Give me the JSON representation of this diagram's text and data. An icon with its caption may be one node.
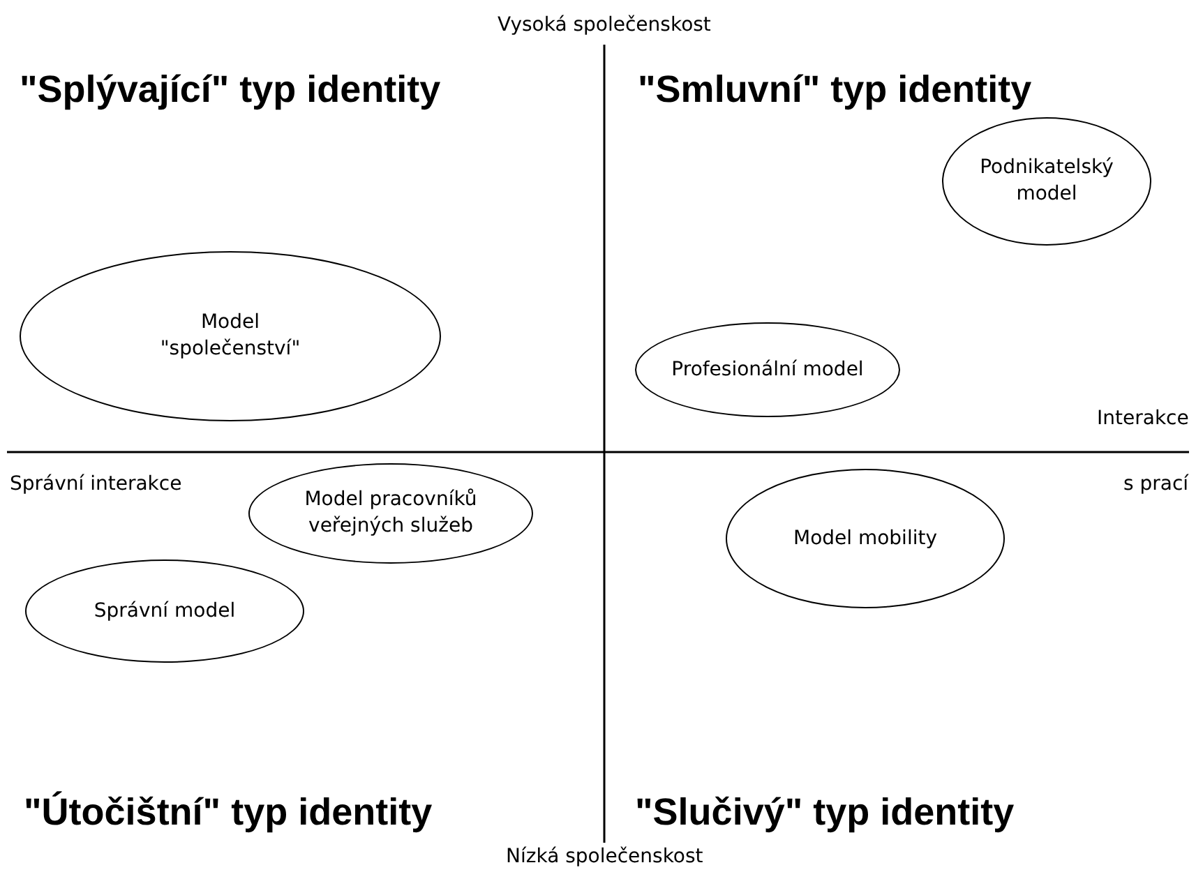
{
  "diagram": {
    "nodes": [
      {
        "text": [
          "Podnikatelský model"
        ]
      },
      {
        "text": [
          "Model \"společenství\""
        ]
      },
      {
        "text": [
          "Profesionální model"
        ]
      },
      {
        "text": [
          "Model pracovníků veřejných služeb"
        ]
      },
      {
        "text": [
          "Model mobility"
        ]
      },
      {
        "text": [
          "Správní model"
        ]
      }
    ],
    "edges": [],
    "labels": [
      "Vysoká společenskost",
      "\"Splývající\" typ identity",
      "\"Smluvní\" typ identity",
      "Interakce",
      "Správní interakce",
      "s prací",
      "\"Útočištní\" typ identity",
      "\"Slučivý\" typ identity",
      "Nízká společenskost"
    ]
  }
}
